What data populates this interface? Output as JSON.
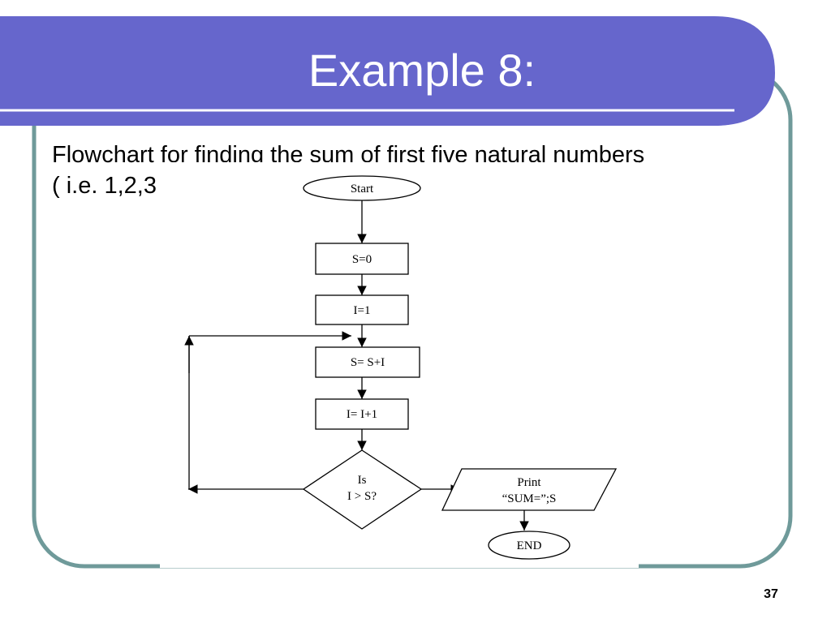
{
  "slide": {
    "title": "Example 8:",
    "body_line1": "Flowchart for finding the sum of first five natural numbers",
    "body_line2": "( i.e. 1,2,3",
    "page_number": "37"
  },
  "colors": {
    "title_bar": "#6666cc",
    "frame_border": "#6f9a9a",
    "rule_line": "#ffffff"
  },
  "flowchart": {
    "start": "Start",
    "init_sum": "S=0",
    "init_i": "I=1",
    "accumulate": "S= S+I",
    "increment": "I= I+1",
    "decision_line1": "Is",
    "decision_line2": "I > S?",
    "output_line1": "Print",
    "output_line2": "“SUM=”;S",
    "end": "END"
  }
}
